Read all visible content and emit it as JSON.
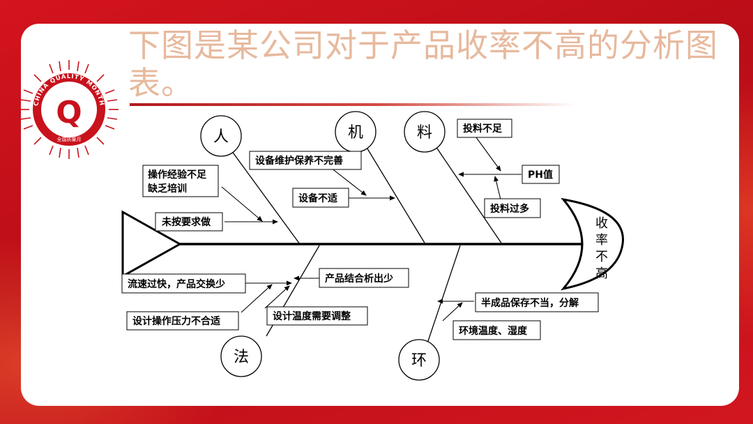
{
  "title": "下图是某公司对于产品收率不高的分析图表。",
  "logo": {
    "ring_text": "CHINA QUALITY MONTH",
    "bottom_text": "全国质量月",
    "icon": "quality-month-logo"
  },
  "colors": {
    "accent_red": "#c8121c",
    "title_color": "#e7b99d",
    "line": "#000000"
  },
  "diagram": {
    "effect": "收率不高",
    "categories": {
      "man": "人",
      "machine": "机",
      "material": "料",
      "method": "法",
      "environment": "环"
    },
    "causes": {
      "man_1": "操作经验不足",
      "man_2": "缺乏培训",
      "man_3": "未按要求做",
      "machine_1": "设备维护保养不完善",
      "machine_2": "设备不适",
      "material_1": "投料不足",
      "material_2": "PH值",
      "material_3": "投料过多",
      "method_1": "流速过快，产品交换少",
      "method_2": "产品结合析出少",
      "method_3": "设计操作压力不合适",
      "method_4": "设计温度需要调整",
      "env_1": "半成品保存不当，分解",
      "env_2": "环境温度、湿度"
    }
  }
}
